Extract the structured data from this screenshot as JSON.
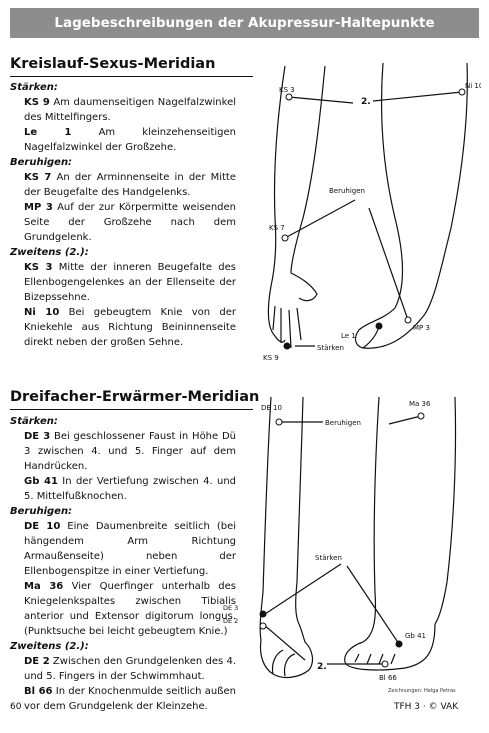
{
  "header": {
    "title": "Lagebeschreibungen der Akupressur-Haltepunkte"
  },
  "sections": [
    {
      "title": "Kreislauf-Sexus-Meridian",
      "groups": [
        {
          "label": "Stärken:",
          "entries": [
            {
              "code": "KS 9",
              "text": " Am daumenseitigen Nagelfalzwinkel des Mittelfingers."
            },
            {
              "code": "Le 1",
              "text": " Am kleinzehenseitigen Nagelfalzwinkel der Großzehe."
            }
          ]
        },
        {
          "label": "Beruhigen:",
          "entries": [
            {
              "code": "KS 7",
              "text": " An der Arminnenseite in der Mitte der Beugefalte des Handgelenks."
            },
            {
              "code": "MP 3",
              "text": " Auf der zur Körpermitte weisenden Seite der Großzehe nach dem Grundgelenk."
            }
          ]
        },
        {
          "label": "Zweitens (2.):",
          "entries": [
            {
              "code": "KS 3",
              "text": " Mitte der inneren Beugefalte des Ellenbogengelenkes an der Ellenseite der Bizepssehne."
            },
            {
              "code": "Ni 10",
              "text": " Bei gebeugtem Knie von der Kniekehle aus Richtung Beininnenseite direkt neben der großen Sehne."
            }
          ]
        }
      ]
    },
    {
      "title": "Dreifacher-Erwärmer-Meridian",
      "groups": [
        {
          "label": "Stärken:",
          "entries": [
            {
              "code": "DE 3",
              "text": " Bei geschlossener Faust in Höhe Dü 3 zwischen 4. und 5. Finger auf dem Handrücken."
            },
            {
              "code": "Gb 41",
              "text": " In der Vertiefung zwischen 4. und 5. Mittelfußknochen."
            }
          ]
        },
        {
          "label": "Beruhigen:",
          "entries": [
            {
              "code": "DE 10",
              "text": " Eine Daumenbreite seitlich (bei hängendem Arm Richtung Armaußenseite) neben der Ellenbogenspitze in einer Vertiefung."
            },
            {
              "code": "Ma 36",
              "text": " Vier Querfinger unterhalb des Kniegelenkspaltes zwischen Tibialis anterior und Extensor digitorum longus. (Punktsuche bei leicht gebeugtem Knie.)"
            }
          ]
        },
        {
          "label": "Zweitens (2.):",
          "entries": [
            {
              "code": "DE 2",
              "text": " Zwischen den Grundgelenken des 4. und 5. Fingers in der Schwimmhaut."
            },
            {
              "code": "Bl 66",
              "text": " In der Knochenmulde seitlich außen vor dem Grundgelenk der Kleinzehe."
            }
          ]
        }
      ]
    }
  ],
  "figure1": {
    "labels": {
      "ks3": "KS 3",
      "ni10": "Ni 10",
      "two": "2.",
      "beruhigen": "Beruhigen",
      "ks7": "KS 7",
      "le1": "Le 1",
      "mp3": "MP 3",
      "staerken": "Stärken",
      "ks9": "KS 9"
    }
  },
  "figure2": {
    "labels": {
      "de10": "DE 10",
      "ma36": "Ma 36",
      "beruhigen": "Beruhigen",
      "staerken": "Stärken",
      "de3": "DE 3",
      "de2": "DE 2",
      "gb41": "Gb 41",
      "two": "2.",
      "bl66": "Bl 66"
    }
  },
  "footer": {
    "page": "60",
    "right": "TFH 3 · © VAK",
    "credit": "Zeichnungen: Helga Petras"
  }
}
